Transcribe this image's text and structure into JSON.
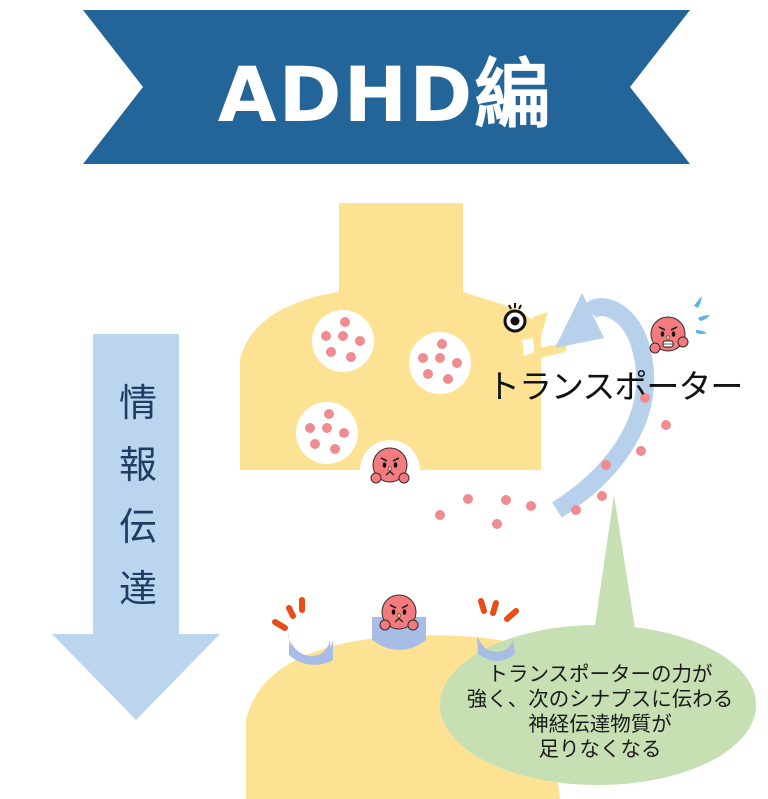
{
  "title": {
    "text": "ADHD編",
    "banner_color": "#236598",
    "text_color": "#ffffff"
  },
  "flow_arrow": {
    "label_chars": [
      "情",
      "報",
      "伝",
      "達"
    ],
    "label": "情報伝達",
    "color": "#bcd5ee",
    "text_color": "#1f3d63"
  },
  "presynaptic_neuron": {
    "color": "#fde293",
    "vesicle_count": 3,
    "vesicle_color": "#ffffff",
    "neurotransmitter_color": "#f08b8f"
  },
  "transporter": {
    "label": "トランスポーター",
    "arrow_color": "#b7d1ec"
  },
  "postsynaptic_neuron": {
    "color": "#fde293",
    "receptor_color": "#a8bde6",
    "receptor_count": 3,
    "alert_mark_color": "#e84c1b"
  },
  "characters": {
    "released": "angry-neurotransmitter",
    "reuptaken": "scared-neurotransmitter",
    "bound": "angry-neurotransmitter",
    "face_color": "#f27b7f"
  },
  "callout": {
    "color": "#c6e0b4",
    "lines": [
      "トランスポーターの力が",
      "強く、次のシナプスに伝わる",
      "神経伝達物質が",
      "足りなくなる"
    ]
  }
}
